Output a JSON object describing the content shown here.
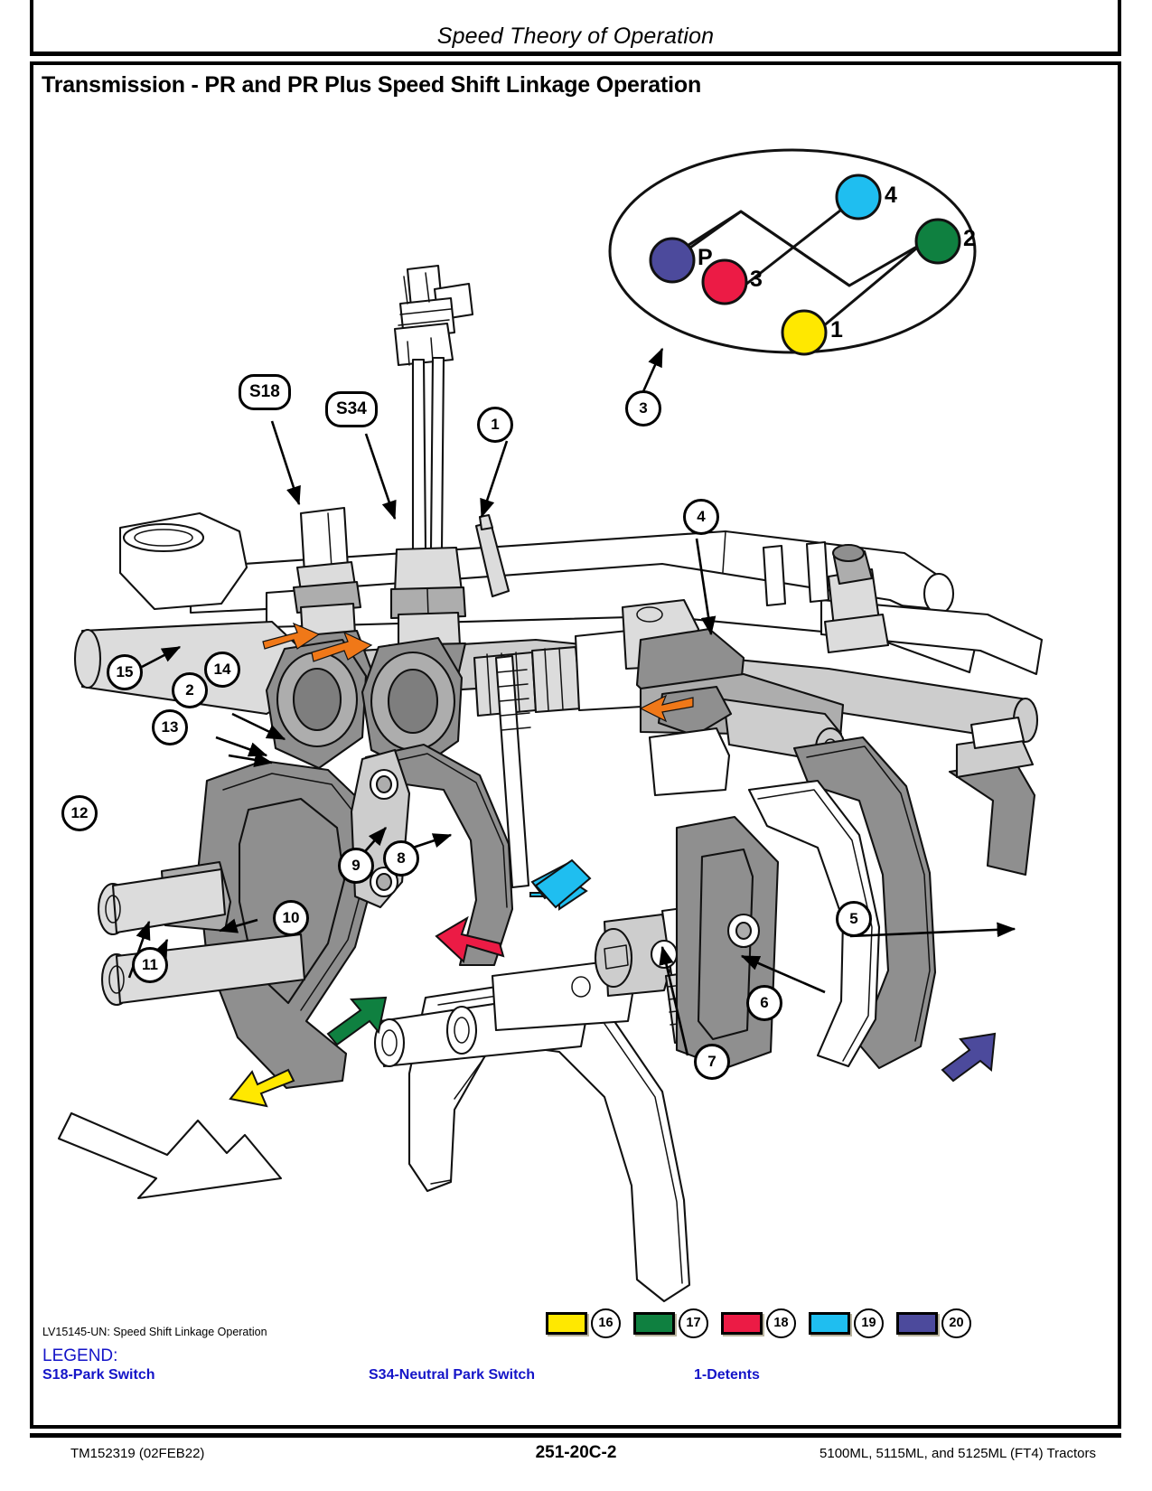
{
  "header": {
    "running_title": "Speed Theory of Operation"
  },
  "section": {
    "title": "Transmission - PR and PR Plus Speed Shift Linkage Operation"
  },
  "shift_pattern": {
    "positions": [
      {
        "label": "4",
        "color": "#1fbef0"
      },
      {
        "label": "2",
        "color": "#0f8040"
      },
      {
        "label": "P",
        "color": "#4c4a9c"
      },
      {
        "label": "3",
        "color": "#ec1b45"
      },
      {
        "label": "1",
        "color": "#ffe800"
      }
    ]
  },
  "callouts": [
    {
      "id": "S18"
    },
    {
      "id": "S34"
    },
    {
      "id": "1"
    },
    {
      "id": "2"
    },
    {
      "id": "3"
    },
    {
      "id": "4"
    },
    {
      "id": "5"
    },
    {
      "id": "6"
    },
    {
      "id": "7"
    },
    {
      "id": "8"
    },
    {
      "id": "9"
    },
    {
      "id": "10"
    },
    {
      "id": "11"
    },
    {
      "id": "12"
    },
    {
      "id": "13"
    },
    {
      "id": "14"
    },
    {
      "id": "15"
    }
  ],
  "color_legend": [
    {
      "num": "16",
      "color": "#ffe800"
    },
    {
      "num": "17",
      "color": "#0f8040"
    },
    {
      "num": "18",
      "color": "#ec1b45"
    },
    {
      "num": "19",
      "color": "#1fbef0"
    },
    {
      "num": "20",
      "color": "#4c4a9c"
    }
  ],
  "caption": {
    "text": "LV15145-UN: Speed Shift Linkage Operation"
  },
  "legend": {
    "heading": "LEGEND:",
    "items": [
      "S18-Park Switch",
      "S34-Neutral Park Switch",
      "1-Detents"
    ]
  },
  "footer": {
    "left": "TM152319 (02FEB22)",
    "center": "251-20C-2",
    "right": "5100ML, 5115ML, and 5125ML (FT4) Tractors"
  }
}
